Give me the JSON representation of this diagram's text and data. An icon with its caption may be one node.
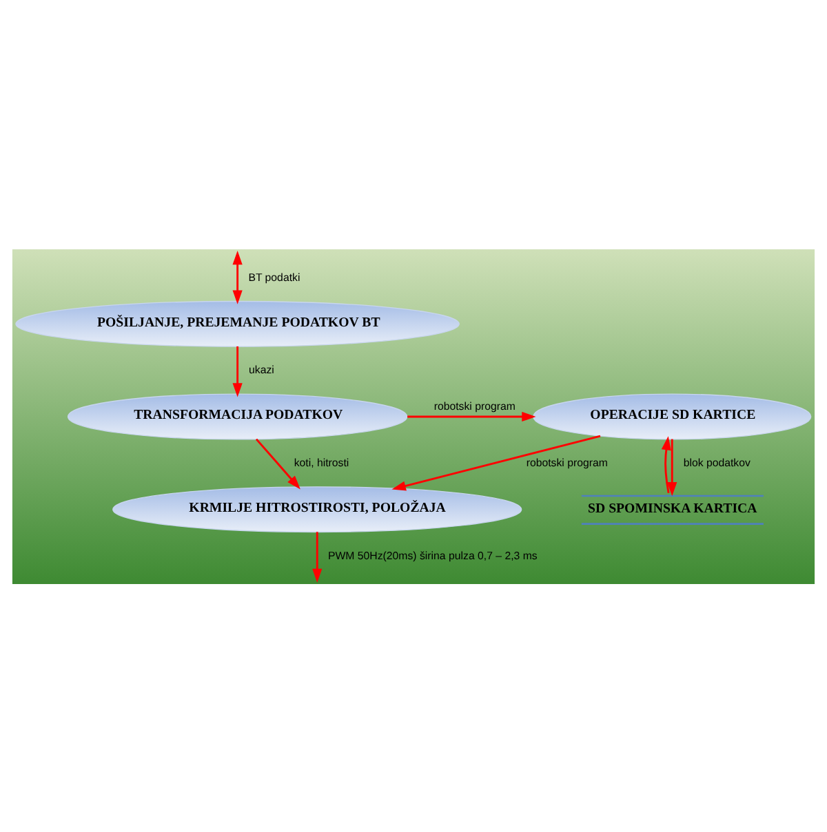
{
  "diagram": {
    "nodes": [
      {
        "text": [
          "POŠILJANJE, PREJEMANJE PODATKOV BT"
        ]
      },
      {
        "text": [
          "OPERACIJE SD KARTICE"
        ]
      },
      {
        "text": [
          "TRANSFORMACIJA PODATKOV"
        ]
      },
      {
        "text": [
          "SD SPOMINSKA KARTICA"
        ]
      },
      {
        "text": [
          "KRMILJE HITROSTIROSTI, POLOŽAJA"
        ]
      }
    ],
    "edges": [
      {
        "from": null,
        "to": 0,
        "arrow": "both",
        "label": "BT podatki"
      },
      {
        "from": 0,
        "to": 2,
        "arrow": "to",
        "label": "ukazi"
      },
      {
        "from": 2,
        "to": 1,
        "arrow": "to",
        "label": "robotski program"
      },
      {
        "from": 1,
        "to": 3,
        "arrow": "to",
        "label": "blok podatkov"
      },
      {
        "from": 3,
        "to": 1,
        "arrow": "to"
      },
      {
        "from": 1,
        "to": 4,
        "arrow": "to",
        "label": "robotski program"
      },
      {
        "from": 2,
        "to": 4,
        "arrow": "to",
        "label": "koti, hitrosti"
      },
      {
        "from": 4,
        "to": null,
        "arrow": "to",
        "label": "PWM 50Hz(20ms) širina pulza 0,7 – 2,3 ms"
      }
    ]
  }
}
